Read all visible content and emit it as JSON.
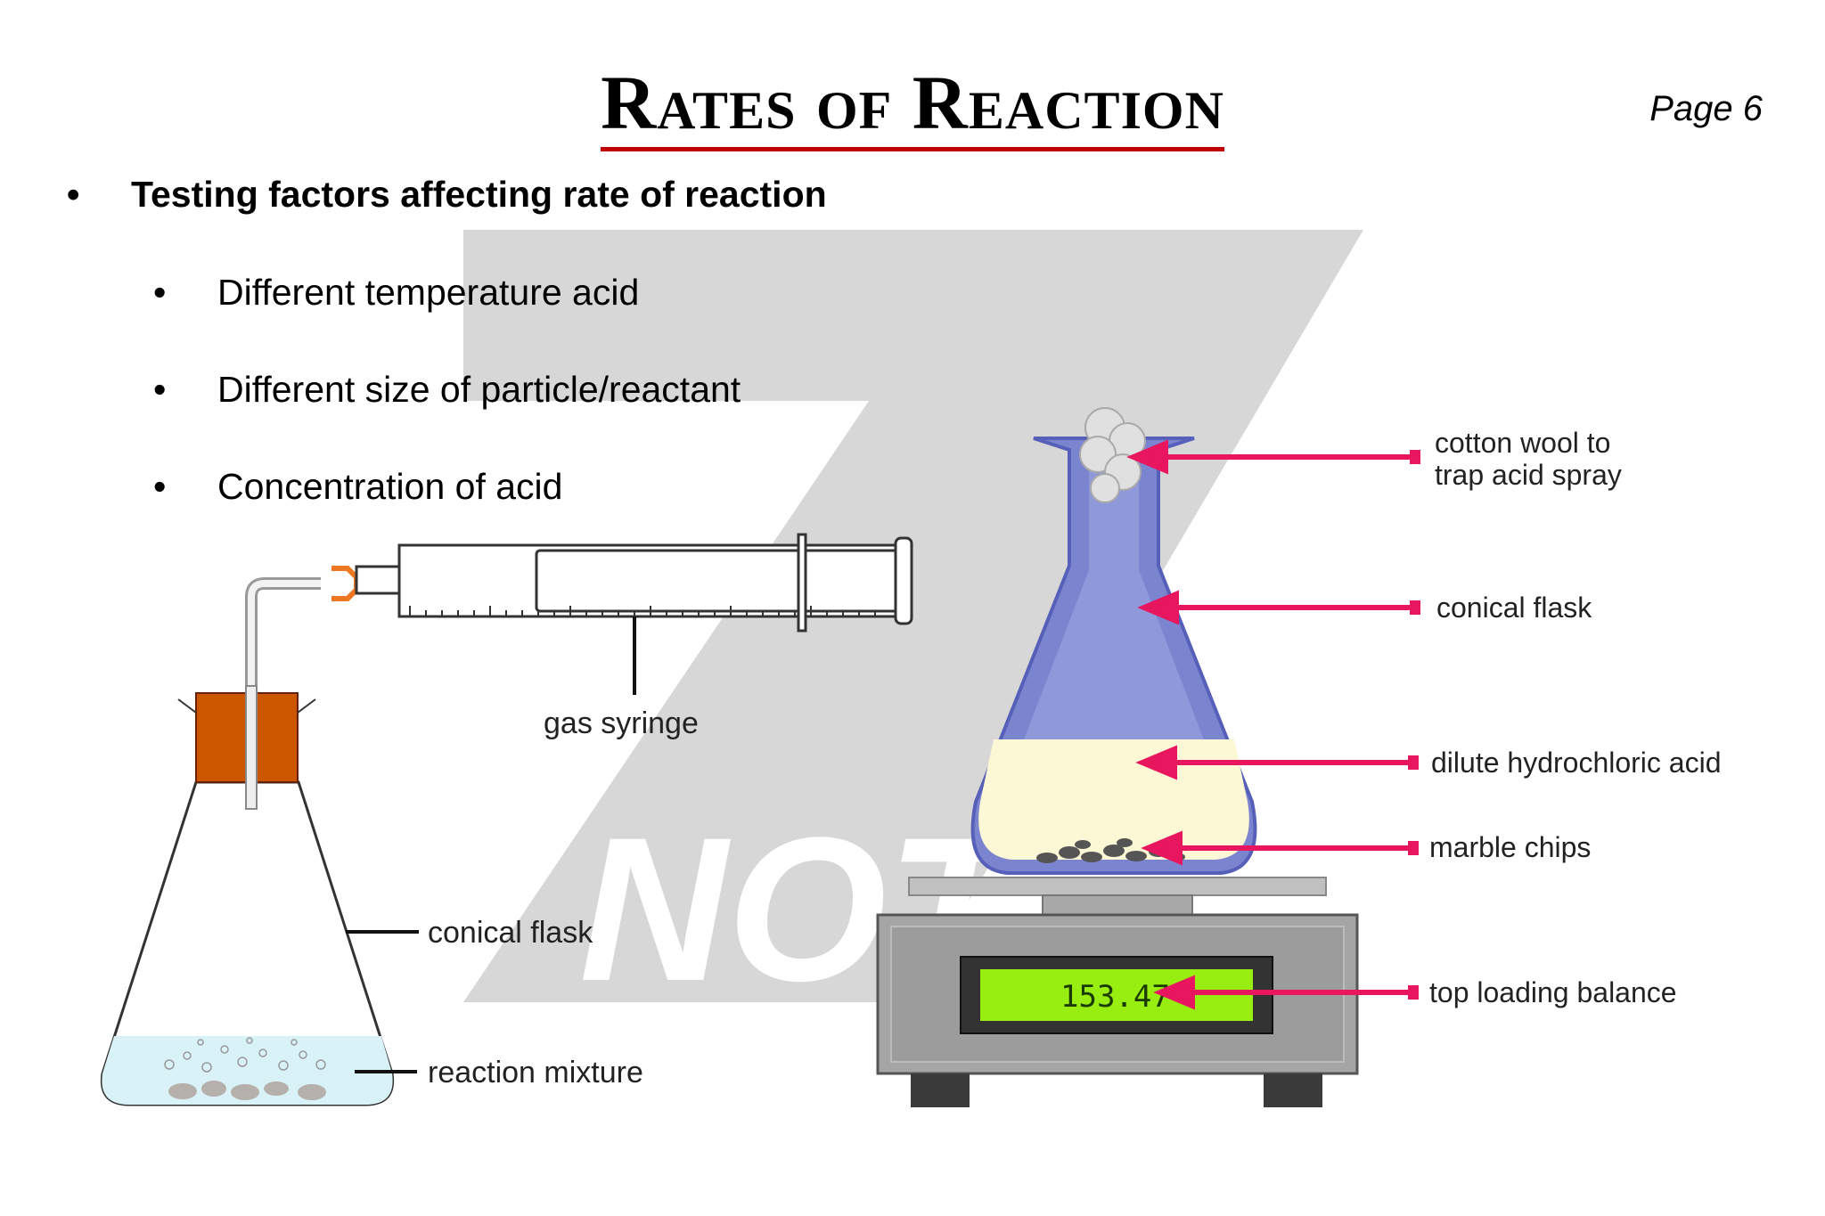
{
  "header": {
    "title": "Rates of Reaction",
    "page": "Page 6"
  },
  "bullets": {
    "main": "Testing factors affecting rate of reaction",
    "sub": [
      "Different temperature acid",
      "Different size of particle/reactant",
      "Concentration of acid"
    ]
  },
  "left_diagram": {
    "labels": {
      "gas_syringe": "gas syringe",
      "conical_flask": "conical flask",
      "reaction_mixture": "reaction mixture"
    }
  },
  "right_diagram": {
    "labels": {
      "cotton_wool_line1": "cotton wool to",
      "cotton_wool_line2": "trap acid spray",
      "conical_flask": "conical flask",
      "acid": "dilute hydrochloric acid",
      "marble": "marble chips",
      "balance": "top loading balance"
    },
    "balance_reading": "153.47"
  },
  "watermark": {
    "text": "NOTES"
  },
  "colors": {
    "title_underline": "#c00000",
    "arrow": "#e8155f",
    "flask_glass": "#7b84cf",
    "acid": "#fcf7d4",
    "display": "#99ee11",
    "stopper": "#cc5500",
    "watermark": "#d3d3d3"
  }
}
